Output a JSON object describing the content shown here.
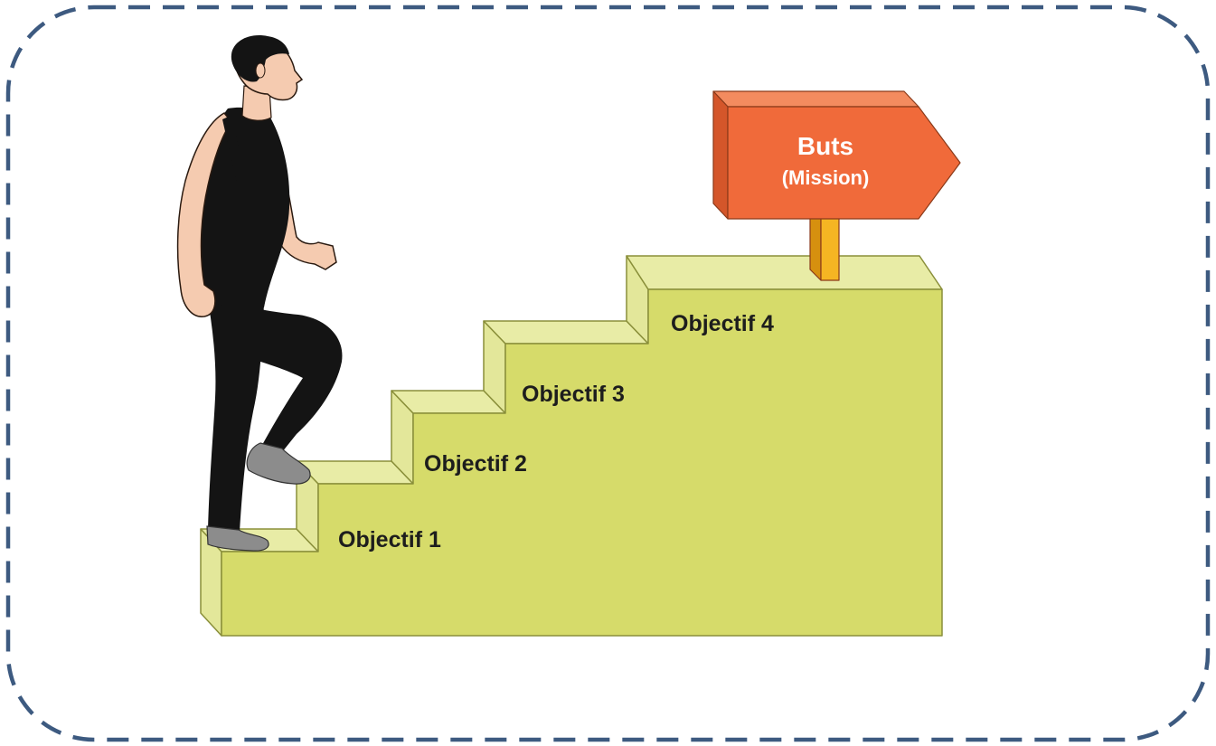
{
  "diagram": {
    "steps": [
      {
        "label": "Objectif 1"
      },
      {
        "label": "Objectif 2"
      },
      {
        "label": "Objectif 3"
      },
      {
        "label": "Objectif 4"
      }
    ],
    "sign": {
      "title": "Buts",
      "subtitle": "(Mission)"
    }
  },
  "colors": {
    "frame_border": "#3d5a80",
    "stair_front": "#d6db6a",
    "stair_top": "#e8eca6",
    "stair_side": "#e3e79a",
    "stair_edge": "#8a8f3a",
    "sign_front": "#f06a3a",
    "sign_top": "#f38b5f",
    "sign_side": "#d4562a",
    "post": "#f5b523",
    "post_shade": "#d6900f",
    "skin": "#f5cbb0",
    "clothing": "#141414",
    "shoe": "#8c8c8c"
  },
  "icons": {
    "figure": "climbing-man-icon",
    "sign": "signpost-arrow-icon"
  }
}
